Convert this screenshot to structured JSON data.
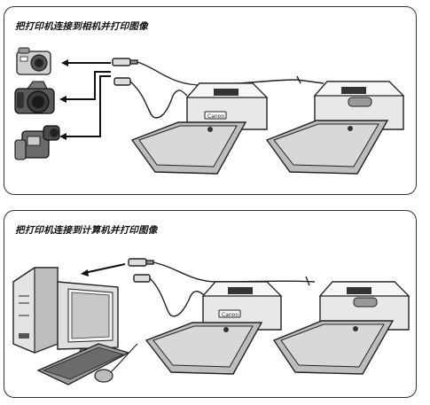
{
  "panels": [
    {
      "caption": "把打印机连接到相机并打印图像"
    },
    {
      "caption": "把打印机连接到计算机并打印图像"
    }
  ],
  "printer": {
    "brand_label": "Canon"
  },
  "icons": {
    "devices_top": [
      "compact-camera-icon",
      "slr-camera-icon",
      "camcorder-icon"
    ],
    "devices_bottom": [
      "computer-icon",
      "keyboard-icon",
      "mouse-icon"
    ]
  },
  "colors": {
    "line": "#222222",
    "fill_light": "#e8e8e8",
    "fill_mid": "#bdbdbd",
    "fill_dark": "#6b6b6b"
  }
}
